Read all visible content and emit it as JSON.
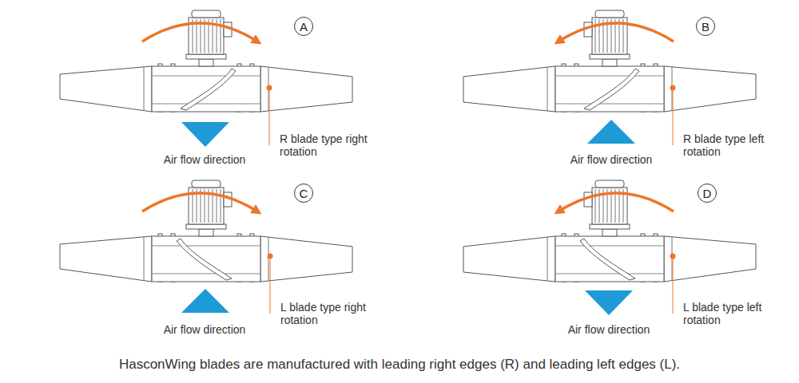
{
  "diagram": {
    "caption": "HasconWing blades are manufactured with leading right edges (R) and leading left edges (L).",
    "nodes": [
      {
        "text": [
          "A"
        ]
      },
      {
        "text": [
          "B"
        ]
      },
      {
        "text": [
          "C"
        ]
      },
      {
        "text": [
          "D"
        ]
      }
    ],
    "labels": [
      "R blade type right rotation",
      "Air flow direction",
      "R blade type left rotation",
      "Air flow direction",
      "L blade type right rotation",
      "Air flow direction",
      "L blade type left rotation",
      "Air flow direction"
    ]
  }
}
